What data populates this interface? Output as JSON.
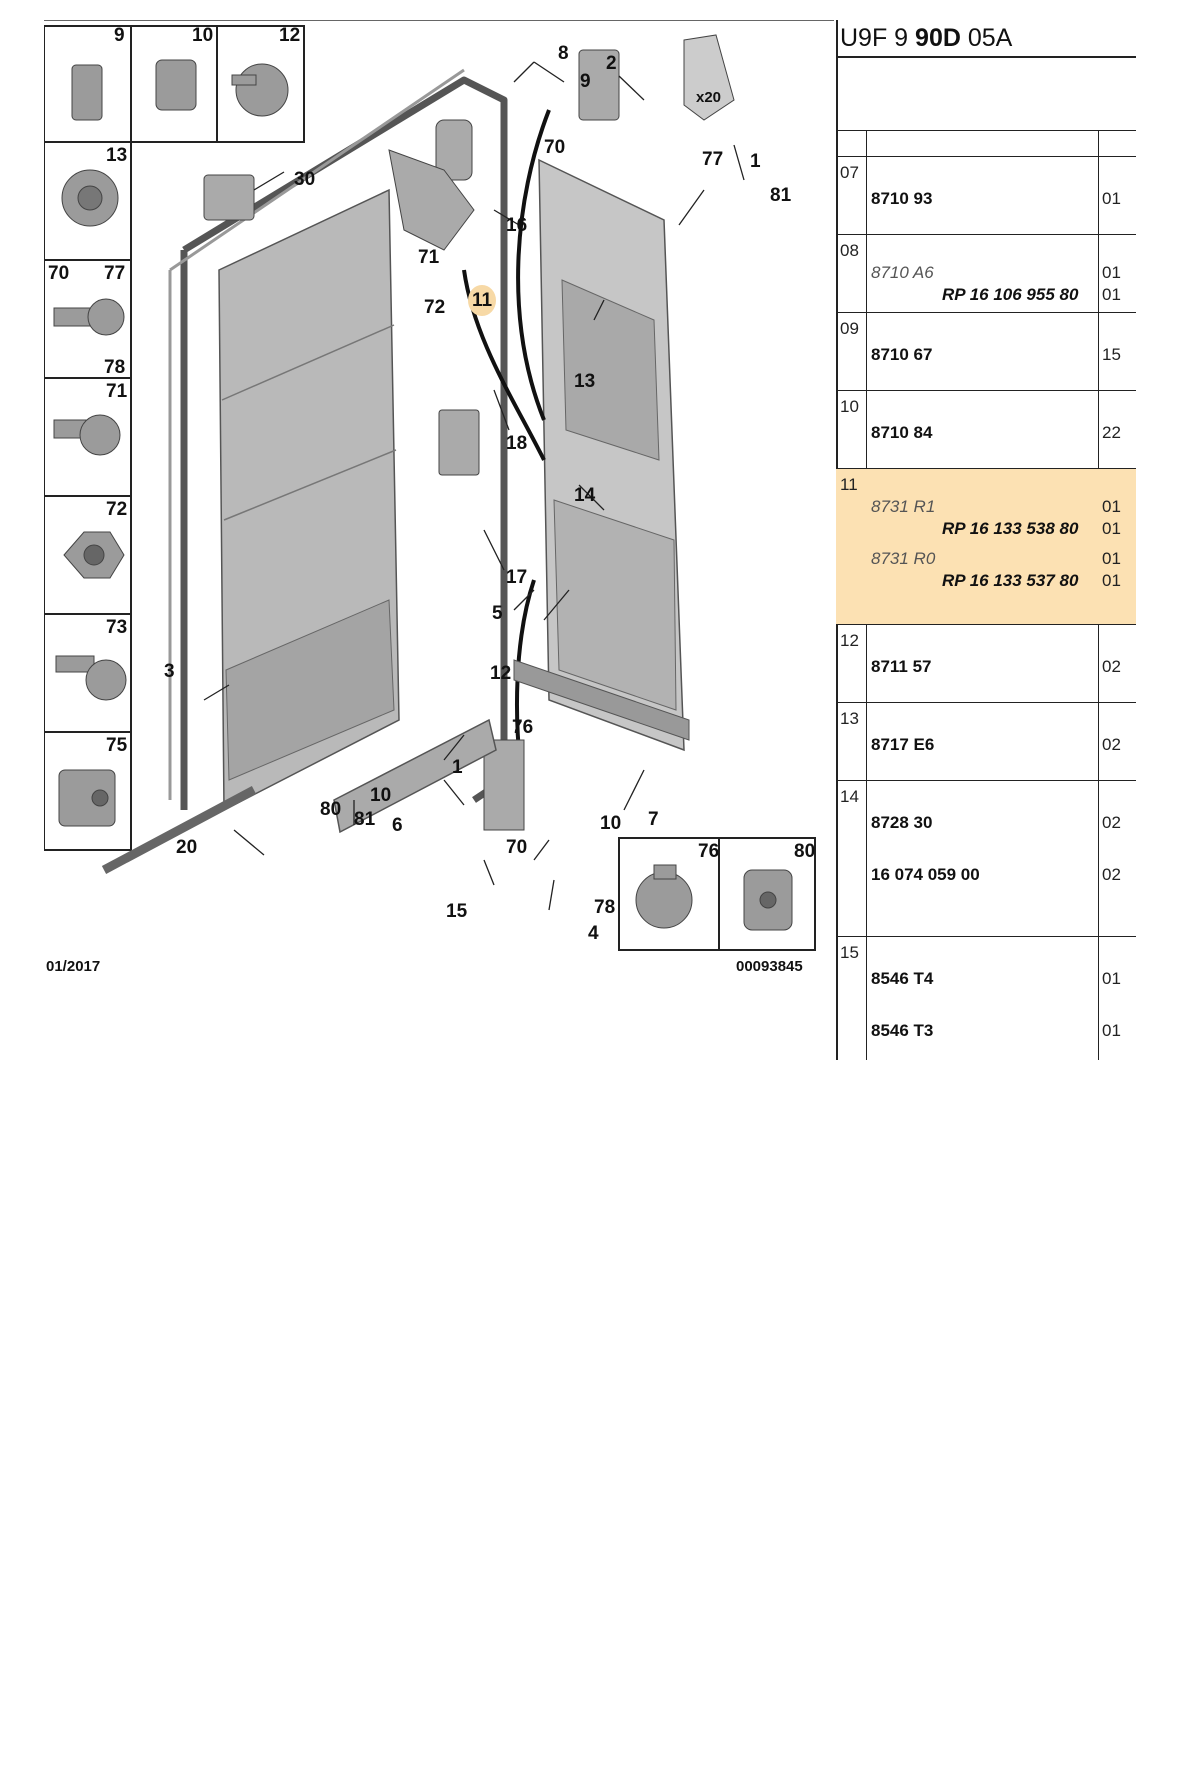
{
  "diagram": {
    "reference": "00093845",
    "date": "01/2017",
    "callouts": [
      "1",
      "1",
      "2",
      "3",
      "4",
      "5",
      "6",
      "7",
      "8",
      "9",
      "10",
      "10",
      "11",
      "12",
      "13",
      "14",
      "15",
      "16",
      "17",
      "18",
      "20",
      "30",
      "70",
      "70",
      "71",
      "72",
      "76",
      "77",
      "78",
      "80",
      "81",
      "81"
    ],
    "thumbnails_left": [
      {
        "labels": [
          "9"
        ],
        "icon": "clip-icon"
      },
      {
        "labels": [
          "10"
        ],
        "icon": "clip-icon"
      },
      {
        "labels": [
          "12"
        ],
        "icon": "push-rivet-icon"
      },
      {
        "labels": [
          "13"
        ],
        "icon": "grommet-icon"
      },
      {
        "labels": [
          "70",
          "77",
          "78"
        ],
        "icon": "bolt-icon"
      },
      {
        "labels": [
          "71"
        ],
        "icon": "bolt-icon"
      },
      {
        "labels": [
          "72"
        ],
        "icon": "nut-icon"
      },
      {
        "labels": [
          "73"
        ],
        "icon": "bolt-icon"
      },
      {
        "labels": [
          "75"
        ],
        "icon": "clip-nut-icon"
      }
    ],
    "thumbnails_bottom": [
      {
        "labels": [
          "76"
        ],
        "icon": "cap-icon"
      },
      {
        "labels": [
          "80"
        ],
        "icon": "clip-icon"
      }
    ],
    "bag_label": "x20"
  },
  "parts": {
    "code_prefix": "U9F 9",
    "code_bold": "90D",
    "code_suffix": "05A",
    "rows": [
      {
        "ref": "07",
        "lines": [
          {
            "code": "8710 93",
            "qty": "01"
          }
        ]
      },
      {
        "ref": "08",
        "lines": [
          {
            "code": "8710 A6",
            "italic": true,
            "rp": "RP 16 106 955 80",
            "qty": "01",
            "qty2": "01"
          }
        ]
      },
      {
        "ref": "09",
        "lines": [
          {
            "code": "8710 67",
            "qty": "15"
          }
        ]
      },
      {
        "ref": "10",
        "lines": [
          {
            "code": "8710 84",
            "qty": "22"
          }
        ]
      },
      {
        "ref": "11",
        "highlight": true,
        "lines": [
          {
            "code": "8731 R1",
            "italic": true,
            "rp": "RP 16 133 538 80",
            "qty": "01",
            "qty2": "01"
          },
          {
            "code": "8731 R0",
            "italic": true,
            "rp": "RP 16 133 537 80",
            "qty": "01",
            "qty2": "01"
          }
        ]
      },
      {
        "ref": "12",
        "lines": [
          {
            "code": "8711 57",
            "qty": "02"
          }
        ]
      },
      {
        "ref": "13",
        "lines": [
          {
            "code": "8717 E6",
            "qty": "02"
          }
        ]
      },
      {
        "ref": "14",
        "lines": [
          {
            "code": "8728 30",
            "qty": "02"
          },
          {
            "code": "16 074 059 00",
            "qty": "02"
          }
        ]
      },
      {
        "ref": "15",
        "lines": [
          {
            "code": "8546 T4",
            "qty": "01"
          },
          {
            "code": "8546 T3",
            "qty": "01"
          }
        ]
      }
    ]
  }
}
